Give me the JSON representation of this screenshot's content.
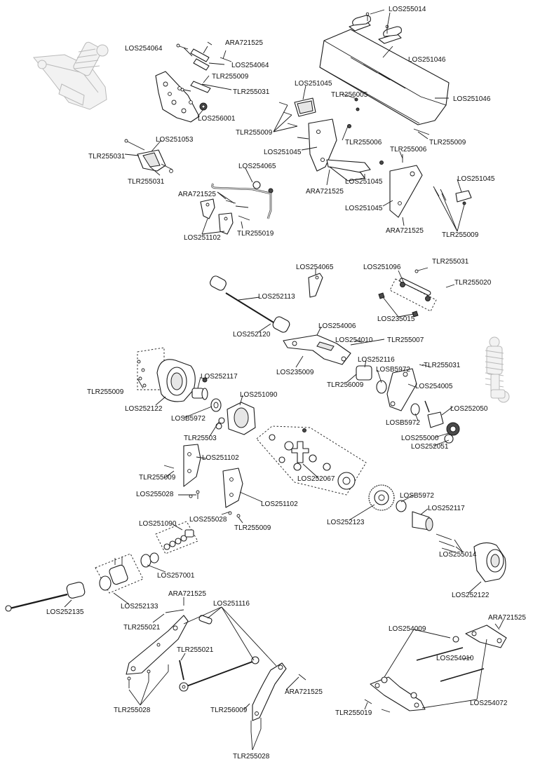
{
  "labels": {
    "los255014": "LOS255014",
    "los254064_a": "LOS254064",
    "ara721525_a": "ARA721525",
    "los254064_b": "LOS254064",
    "tlr255009_a": "TLR255009",
    "los251046_a": "LOS251046",
    "tlr255031_a": "TLR255031",
    "los251045_a": "LOS251045",
    "los256001": "LOS256001",
    "tlr256005": "TLR256005",
    "los251046_b": "LOS251046",
    "tlr255009_b": "TLR255009",
    "los251053": "LOS251053",
    "tlr255031_b": "TLR255031",
    "los251045_b": "LOS251045",
    "tlr255006_a": "TLR255006",
    "tlr255009_c": "TLR255009",
    "tlr255006_b": "TLR255006",
    "tlr255031_c": "TLR255031",
    "los254065_a": "LOS254065",
    "ara721525_b": "ARA721525",
    "ara721525_c": "ARA721525",
    "los251045_c": "LOS251045",
    "los251045_d": "LOS251045",
    "los251045_e": "LOS251045",
    "los251102_a": "LOS251102",
    "tlr255019_a": "TLR255019",
    "ara721525_d": "ARA721525",
    "tlr255009_d": "TLR255009",
    "los254065_b": "LOS254065",
    "los251096": "LOS251096",
    "tlr255031_d": "TLR255031",
    "los252113": "LOS252113",
    "tlr255020": "TLR255020",
    "los235015_a": "LOS235015",
    "los252120": "LOS252120",
    "los254006": "LOS254006",
    "los254010": "LOS254010",
    "tlr255007": "TLR255007",
    "los252116": "LOS252116",
    "los235009": "LOS235009",
    "losb5972_a": "LOSB5972",
    "tlr255031_e": "TLR255031",
    "tlr256009_a": "TLR256009",
    "los252117_a": "LOS252117",
    "los254005": "LOS254005",
    "tlr255009_e": "TLR255009",
    "los252122_a": "LOS252122",
    "los251090_a": "LOS251090",
    "los252050": "LOS252050",
    "losb5972_b": "LOSB5972",
    "losb5972_c": "LOSB5972",
    "tlr25503": "TLR25503",
    "los255000": "LOS255000",
    "los252051": "LOS252051",
    "los251102_b": "LOS251102",
    "tlr255009_f": "TLR255009",
    "los252067": "LOS252067",
    "los255028_a": "LOS255028",
    "los251102_c": "LOS251102",
    "los255028_b": "LOS255028",
    "tlr255009_g": "TLR255009",
    "losb5972_d": "LOSB5972",
    "los251090_b": "LOS251090",
    "los252117_b": "LOS252117",
    "los252123": "LOS252123",
    "los255014_b": "LOS255014",
    "los257001": "LOS257001",
    "ara721525_e": "ARA721525",
    "los252122_b": "LOS252122",
    "los251116": "LOS251116",
    "los252133": "LOS252133",
    "los252135": "LOS252135",
    "tlr255021_a": "TLR255021",
    "los254009": "LOS254009",
    "ara721525_f": "ARA721525",
    "tlr255021_b": "TLR255021",
    "los254010_b": "LOS254010",
    "ara721525_g": "ARA721525",
    "tlr255028_a": "TLR255028",
    "tlr256009_b": "TLR256009",
    "los254072": "LOS254072",
    "tlr255019_b": "TLR255019",
    "tlr255028_b": "TLR255028"
  }
}
